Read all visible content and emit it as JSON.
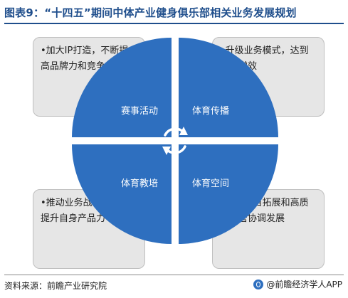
{
  "title": "图表9：“十四五”期间中体产业健身俱乐部相关业务发展规划",
  "quadrants": {
    "top_left": "赛事活动",
    "top_right": "体育传播",
    "bottom_left": "体育教培",
    "bottom_right": "体育空间"
  },
  "cards": {
    "top_left": "•加大IP打造，不断提高品牌力和竞争力",
    "top_right": "•升级业务模式，达到降本增效",
    "bottom_left": "•推动业务战略布局，提升自身产品力",
    "bottom_right": "•加大项目拓展和高质量运营协调发展"
  },
  "footer": {
    "source": "资料来源：前瞻产业研究院",
    "brand": "@前瞻经济学人APP"
  },
  "colors": {
    "quadrant_fill": "#2e6fbf",
    "title": "#1f4e8c",
    "card_bg": "#e6e6e6"
  }
}
